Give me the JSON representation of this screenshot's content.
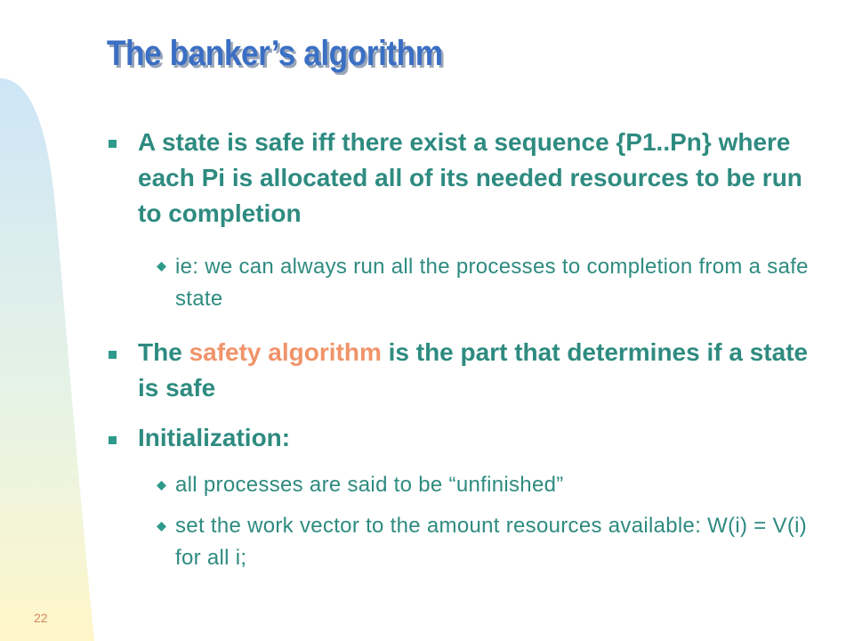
{
  "slide": {
    "title": "The banker’s algorithm",
    "page_number": "22",
    "bullets": [
      {
        "text": "A state is safe iff there exist a sequence {P1..Pn} where each Pi is allocated all of its needed resources to be run to completion",
        "sub": [
          "ie: we can always run all the processes to completion from a safe state"
        ]
      },
      {
        "text_before": "The ",
        "highlight": "safety algorithm",
        "text_after": " is the part that determines if a state is safe"
      },
      {
        "text": "Initialization:",
        "sub": [
          "all processes are said to be “unfinished”",
          "set the work vector to the amount resources available:  W(i) = V(i) for all i;"
        ]
      }
    ]
  },
  "colors": {
    "title": "#3a6fc4",
    "body_text": "#2e8b80",
    "highlight": "#f0936a",
    "side_band": "#cfe8f6"
  }
}
